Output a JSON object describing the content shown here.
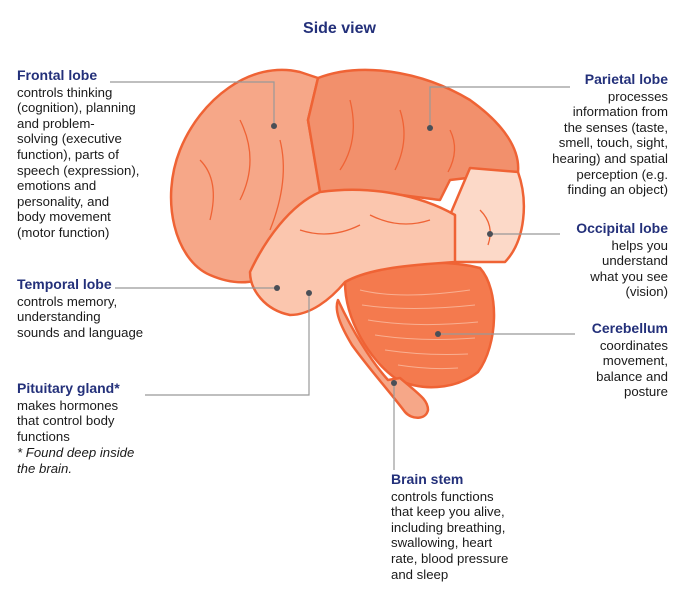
{
  "title": "Side view",
  "colors": {
    "heading": "#23307a",
    "outline": "#ef6335",
    "frontal_fill": "#f6a788",
    "parietal_fill": "#f2906c",
    "temporal_fill": "#fbc6ae",
    "occipital_fill": "#fcd9c8",
    "cerebellum_fill": "#f47a4e",
    "leader_line": "#999999",
    "leader_dot": "#4a4f57"
  },
  "labels": {
    "frontal": {
      "heading": "Frontal lobe",
      "desc": "controls thinking\n(cognition), planning\nand problem-\nsolving (executive\nfunction), parts of\nspeech (expression),\nemotions and\npersonality, and\nbody movement\n(motor function)"
    },
    "temporal": {
      "heading": "Temporal lobe",
      "desc": "controls memory,\nunderstanding\nsounds and language"
    },
    "pituitary": {
      "heading": "Pituitary gland*",
      "desc": "makes hormones\nthat control body\nfunctions",
      "note": "* Found deep inside\n  the brain."
    },
    "parietal": {
      "heading": "Parietal lobe",
      "desc": "processes\ninformation from\nthe senses (taste,\nsmell, touch, sight,\nhearing) and spatial\nperception (e.g.\nfinding an object)"
    },
    "occipital": {
      "heading": "Occipital lobe",
      "desc": "helps you\nunderstand\nwhat you see\n(vision)"
    },
    "cerebellum": {
      "heading": "Cerebellum",
      "desc": "coordinates\nmovement,\nbalance and\nposture"
    },
    "brainstem": {
      "heading": "Brain stem",
      "desc": "controls functions\nthat keep you alive,\nincluding breathing,\nswallowing, heart\nrate, blood pressure\nand sleep"
    }
  }
}
